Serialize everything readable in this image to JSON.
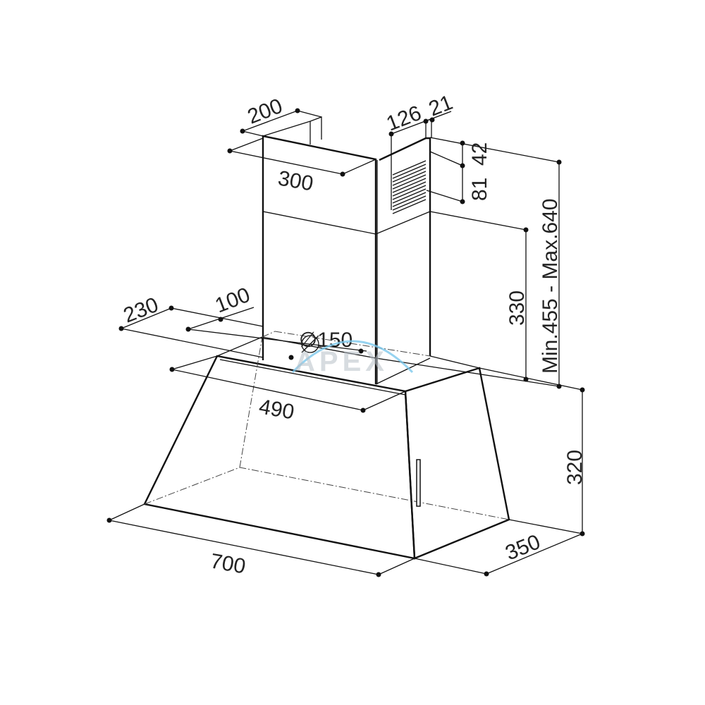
{
  "title": "Cooker hood dimension drawing",
  "watermark": "APEX",
  "dimensions": {
    "chimney_depth": "200",
    "chimney_width": "300",
    "outlet_offset": "126",
    "outlet_margin": "21",
    "vent_top": "42",
    "vent_height": "81",
    "chimney_height_range": "Min.455 - Max.640",
    "lower_chimney": "330",
    "wall_offset": "230",
    "outlet_center": "100",
    "outlet_diameter": "∅150",
    "top_width": "490",
    "width": "700",
    "depth": "350",
    "hood_height": "320"
  },
  "colors": {
    "line": "#111111",
    "watermark_arc": "#7cc8ec"
  }
}
